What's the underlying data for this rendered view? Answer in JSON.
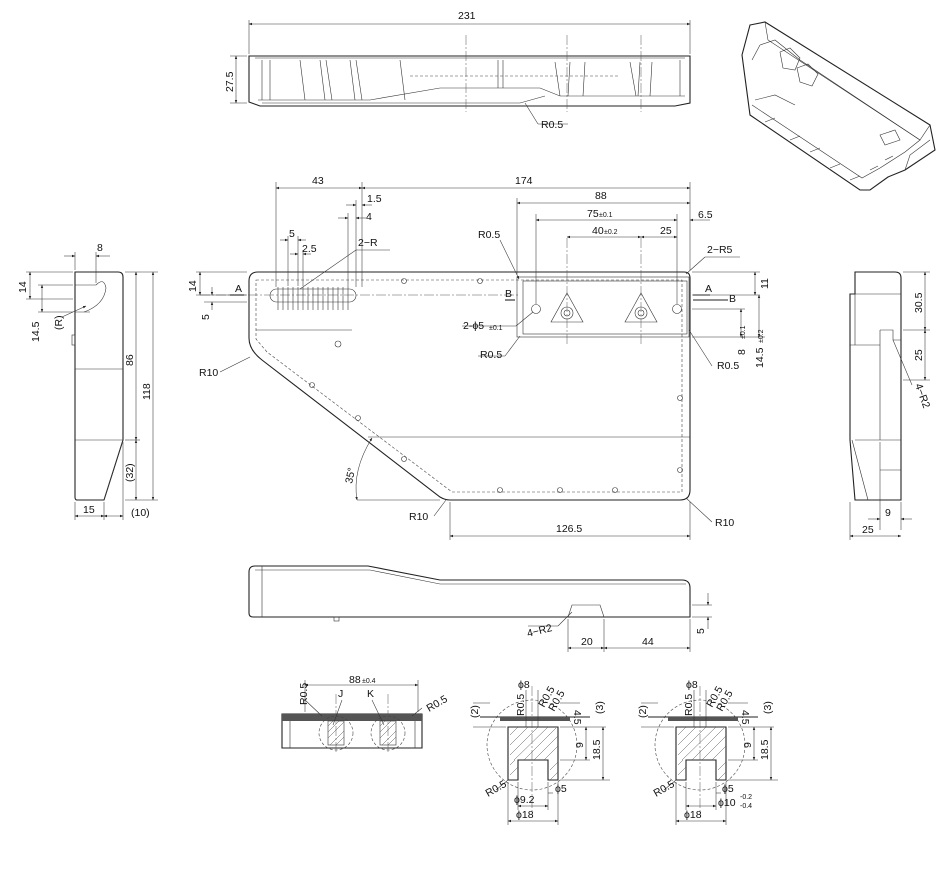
{
  "top_view": {
    "dim_overall_width": "231",
    "dim_height": "27.5",
    "radius_callout": "R0.5"
  },
  "front_view": {
    "dim_43": "43",
    "dim_174": "174",
    "dim_1_5": "1.5",
    "dim_4": "4",
    "dim_88": "88",
    "dim_75": "75",
    "tol_75": "±0.1",
    "dim_6_5": "6.5",
    "dim_40": "40",
    "tol_40": "±0.2",
    "dim_25": "25",
    "dim_5": "5",
    "dim_2_5": "2.5",
    "radius_2r": "2−R",
    "radius_2r5": "2−R5",
    "r0_5_a": "R0.5",
    "r0_5_b": "R0.5",
    "r0_5_c": "R0.5",
    "hole_callout_prefix": "2-ϕ5",
    "hole_callout_tol": "±0.1",
    "dim_14": "14",
    "dim_5_left": "5",
    "dim_11": "11",
    "dim_8": "8",
    "tol_8": "±0.1",
    "dim_14_5": "14.5",
    "tol_14_5": "±0.2",
    "r10_a": "R10",
    "r10_b": "R10",
    "r10_c": "R10",
    "angle_35": "35°",
    "dim_126_5": "126.5",
    "section_a_left": "A",
    "section_a_right": "A",
    "section_b_left": "B",
    "section_b_right": "B"
  },
  "left_view": {
    "dim_8": "8",
    "dim_14": "14",
    "dim_14_5": "14.5",
    "radius_r": "(R)",
    "dim_86": "86",
    "dim_118": "118",
    "dim_32": "(32)",
    "dim_15": "15",
    "dim_10": "(10)"
  },
  "right_view": {
    "dim_30_5": "30.5",
    "dim_25_v": "25",
    "radius_4r2": "4−R2",
    "dim_9": "9",
    "dim_25_h": "25"
  },
  "bottom_view": {
    "radius_4r2": "4−R2",
    "dim_20": "20",
    "dim_44": "44",
    "dim_5": "5"
  },
  "section_bb": {
    "dim_88": "88",
    "tol_88": "±0.4",
    "r0_5_left": "R0.5",
    "r0_5_right": "R0.5",
    "detail_j": "J",
    "detail_k": "K"
  },
  "detail_j": {
    "dia_8": "ϕ8",
    "r0_5_1": "R0.5",
    "r0_5_2": "R0.5",
    "r0_5_3": "R0.5",
    "r0_5_bottom": "R0.5",
    "dim_4_5": "4.5",
    "dim_2": "(2)",
    "dim_3": "(3)",
    "dim_9": "9",
    "dim_18_5": "18.5",
    "dia_9_2": "ϕ9.2",
    "dia_5": "ϕ5",
    "dia_18": "ϕ18"
  },
  "detail_k": {
    "dia_8": "ϕ8",
    "r0_5_1": "R0.5",
    "r0_5_2": "R0.5",
    "r0_5_3": "R0.5",
    "r0_5_bottom": "R0.5",
    "dim_4_5": "4.5",
    "dim_2": "(2)",
    "dim_3": "(3)",
    "dim_9": "9",
    "dim_18_5": "18.5",
    "dia_10": "ϕ10",
    "tol_10_upper": "-0.2",
    "tol_10_lower": "-0.4",
    "dia_5": "ϕ5",
    "dia_18": "ϕ18"
  }
}
